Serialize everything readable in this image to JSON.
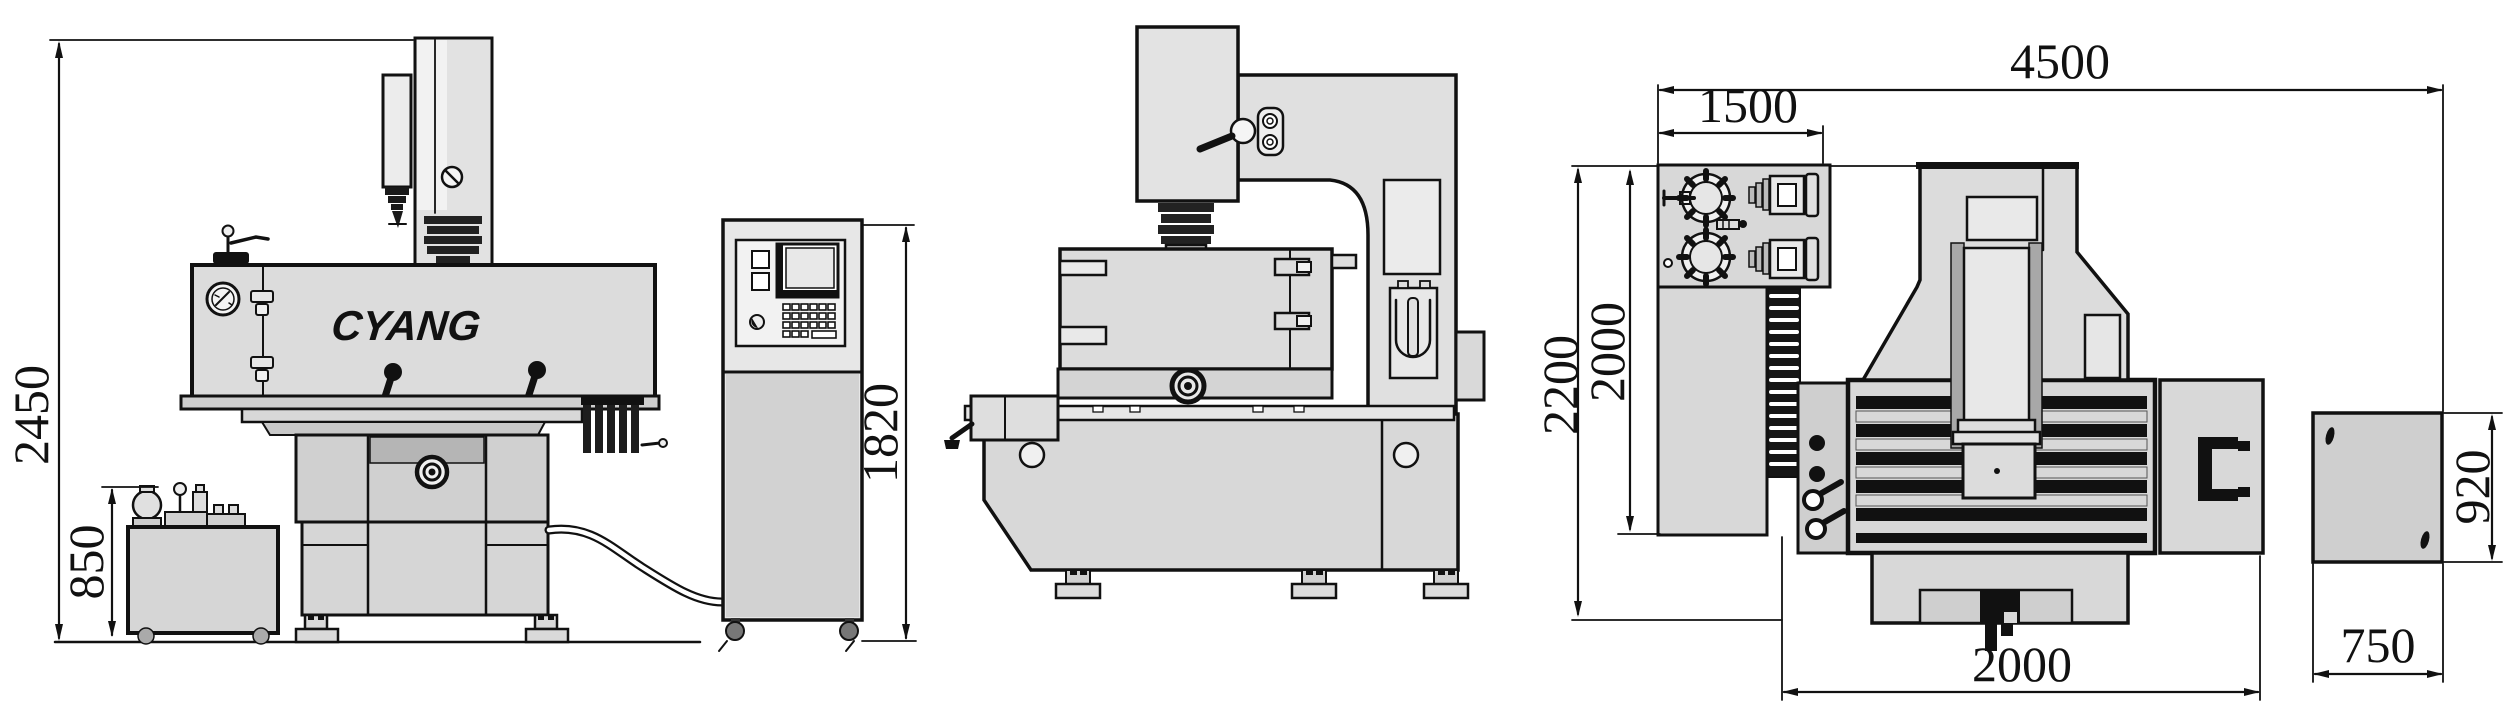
{
  "logo": {
    "text": "CYANG",
    "color": "#9a9a9a"
  },
  "dimensions": {
    "front_overall_height": "2450",
    "front_tank_height": "850",
    "front_cabinet_height": "1820",
    "plan_overall_width": "4500",
    "plan_filter_unit_width": "1500",
    "plan_overall_depth": "2200",
    "plan_bed_depth": "2000",
    "plan_table_width": "2000",
    "plan_cabinet_depth": "920",
    "plan_cabinet_width": "750"
  },
  "colors": {
    "line": "#111111",
    "fill_light": "#dcdcdc",
    "fill_mid": "#cfcfcf",
    "fill_dark": "#161616",
    "logo_gray": "#9a9a9a"
  }
}
